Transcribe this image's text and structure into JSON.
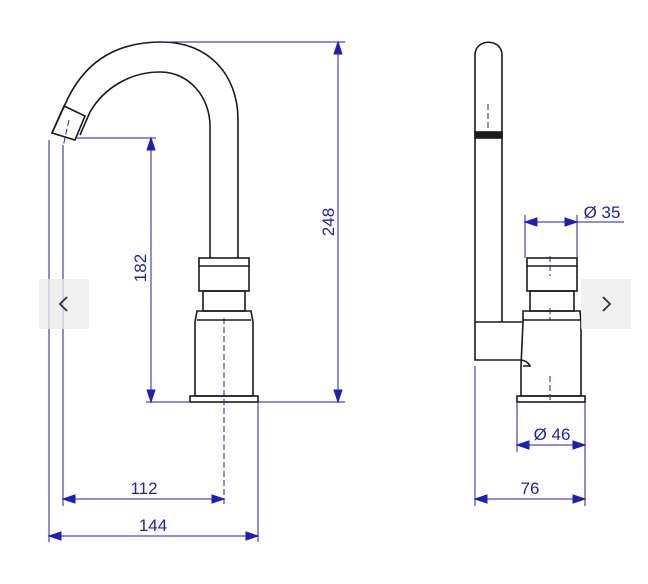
{
  "dimensions": {
    "height_total": "248",
    "spout_height": "182",
    "spout_reach": "112",
    "overall_width": "144",
    "side_depth": "76",
    "handle_diameter": "Ø 35",
    "base_diameter": "Ø 46"
  },
  "colors": {
    "dimension": "#1f1fb3",
    "outline": "#1a1a1a"
  },
  "icons": {
    "prev": "chevron-left-icon",
    "next": "chevron-right-icon"
  }
}
